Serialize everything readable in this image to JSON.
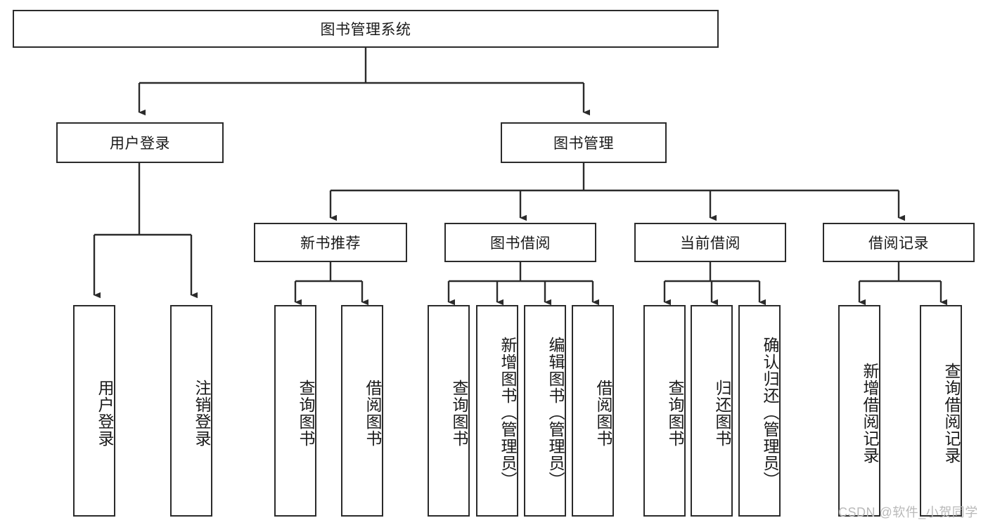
{
  "diagram": {
    "type": "tree-hierarchy",
    "title": "图书管理系统",
    "watermark": "CSDN @软件_小贺同学",
    "colors": {
      "box_border": "#2b2b2b",
      "box_fill": "#ffffff",
      "connector": "#2b2b2b",
      "text": "#1a1a1a",
      "watermark": "#b9b9b9"
    },
    "root": {
      "label": "图书管理系统",
      "orientation": "horizontal"
    },
    "level1": [
      {
        "label": "用户登录",
        "orientation": "horizontal"
      },
      {
        "label": "图书管理",
        "orientation": "horizontal"
      }
    ],
    "level2": [
      {
        "label": "新书推荐",
        "orientation": "horizontal",
        "parent": "图书管理"
      },
      {
        "label": "图书借阅",
        "orientation": "horizontal",
        "parent": "图书管理"
      },
      {
        "label": "当前借阅",
        "orientation": "horizontal",
        "parent": "图书管理"
      },
      {
        "label": "借阅记录",
        "orientation": "horizontal",
        "parent": "图书管理"
      }
    ],
    "leaves": [
      {
        "label": "用户登录",
        "orientation": "vertical",
        "parent": "用户登录"
      },
      {
        "label": "注销登录",
        "orientation": "vertical",
        "parent": "用户登录"
      },
      {
        "label": "查询图书",
        "orientation": "vertical",
        "parent": "新书推荐"
      },
      {
        "label": "借阅图书",
        "orientation": "vertical",
        "parent": "新书推荐"
      },
      {
        "label": "查询图书",
        "orientation": "vertical",
        "parent": "图书借阅"
      },
      {
        "label": "新增图书（管理员）",
        "orientation": "vertical",
        "parent": "图书借阅"
      },
      {
        "label": "编辑图书（管理员）",
        "orientation": "vertical",
        "parent": "图书借阅"
      },
      {
        "label": "借阅图书",
        "orientation": "vertical",
        "parent": "图书借阅"
      },
      {
        "label": "查询图书",
        "orientation": "vertical",
        "parent": "当前借阅"
      },
      {
        "label": "归还图书",
        "orientation": "vertical",
        "parent": "当前借阅"
      },
      {
        "label": "确认归还（管理员）",
        "orientation": "vertical",
        "parent": "当前借阅"
      },
      {
        "label": "新增借阅记录",
        "orientation": "vertical",
        "parent": "借阅记录"
      },
      {
        "label": "查询借阅记录",
        "orientation": "vertical",
        "parent": "借阅记录"
      }
    ]
  }
}
